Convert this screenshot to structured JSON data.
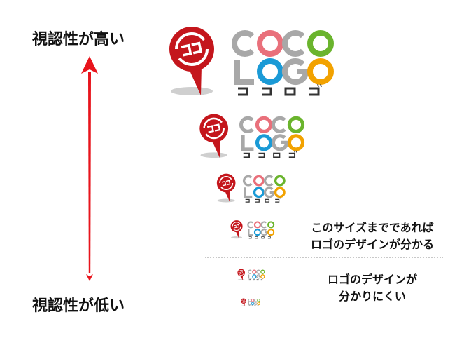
{
  "labels": {
    "high_visibility": "視認性が高い",
    "low_visibility": "視認性が低い",
    "recognizable_line1": "このサイズまでであれば",
    "recognizable_line2": "ロゴのデザインが分かる",
    "hard_line1": "ロゴのデザインが",
    "hard_line2": "分かりにくい"
  },
  "logo": {
    "line1": "COCO",
    "line2": "LOGO",
    "kana": "ココロゴ",
    "mark_kana": "ココ",
    "letter_colors_line1": [
      "#a8a8a8",
      "#e9707b",
      "#a8a8a8",
      "#6ab42d"
    ],
    "letter_colors_line2": [
      "#a8a8a8",
      "#1a9ad6",
      "#a8a8a8",
      "#f2a200"
    ],
    "mark_color": "#c4161c",
    "kana_color": "#333333"
  },
  "colors": {
    "arrow": "#e8141c"
  }
}
